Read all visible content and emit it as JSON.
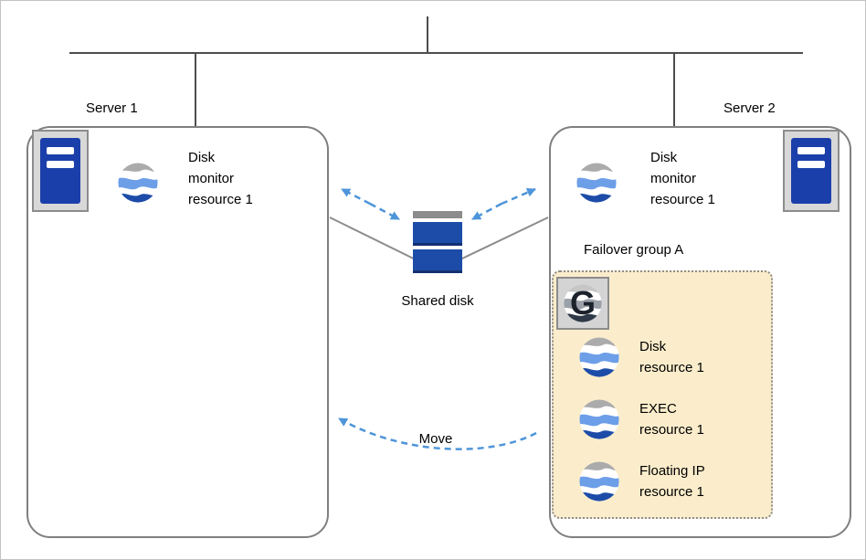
{
  "colors": {
    "accent_blue": "#4e95d9",
    "line_gray": "#4d4d4d",
    "box_border_gray": "#7f7f7f",
    "group_bg": "#fbedcb",
    "disk_blue": "#1d4ca8",
    "server_icon_blue": "#1b3faa",
    "icon_gray": "#ababab",
    "icon_light_blue": "#6d9ee8",
    "icon_dark_blue": "#1d4ca8"
  },
  "servers": [
    {
      "label": "Server 1",
      "monitor_resource_label": "Disk\nmonitor\nresource 1"
    },
    {
      "label": "Server 2",
      "monitor_resource_label": "Disk\nmonitor\nresource 1"
    }
  ],
  "shared_disk": {
    "label": "Shared disk"
  },
  "move_arrow": {
    "label": "Move"
  },
  "failover_group": {
    "label": "Failover group A",
    "icon_letter": "G",
    "resources": [
      {
        "label": "Disk\nresource 1"
      },
      {
        "label": "EXEC\nresource 1"
      },
      {
        "label": "Floating IP\nresource 1"
      }
    ]
  },
  "icons": {
    "server": "server-tower-icon",
    "resource": "globe-wave-icon",
    "group": "group-g-icon",
    "shared_disk": "disk-stack-icon"
  }
}
